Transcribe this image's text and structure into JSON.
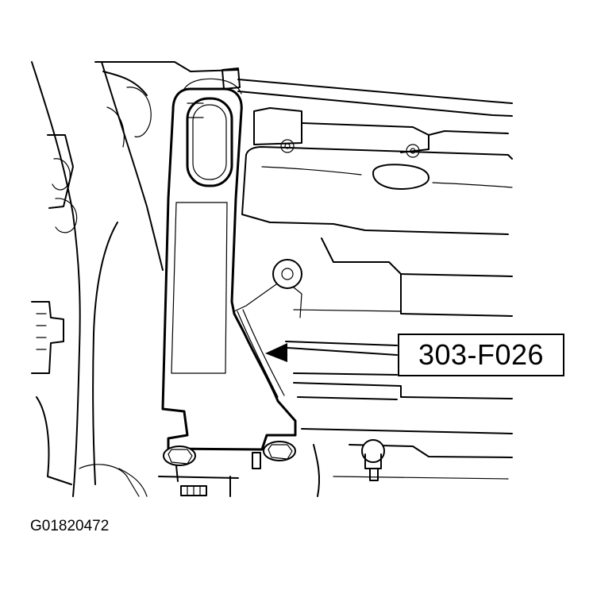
{
  "illustration": {
    "subject": "bracket-tool-on-engine"
  },
  "callout": {
    "tool_label": "303-F026"
  },
  "figure": {
    "id": "G01820472"
  }
}
